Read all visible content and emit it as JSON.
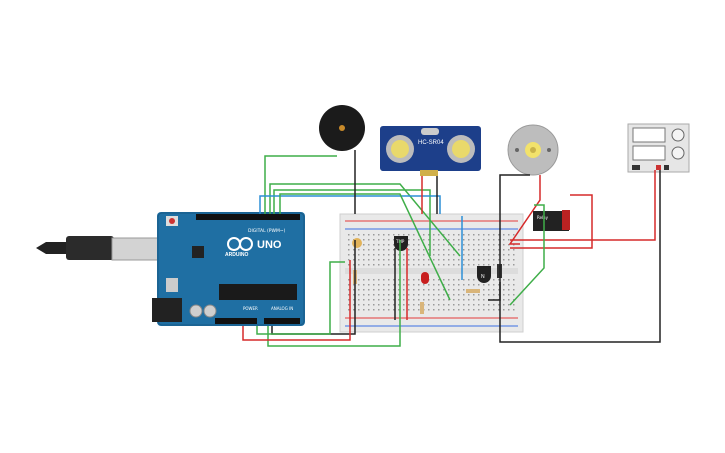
{
  "arduino": {
    "brand": "ARDUINO",
    "model": "UNO",
    "header_digital": "DIGITAL (PWM~)",
    "header_power": "POWER",
    "header_analog": "ANALOG IN",
    "board_color": "#1f6fa3"
  },
  "sensor": {
    "label": "HC-SR04"
  },
  "relay": {
    "label": "Relay"
  },
  "ic_label": "TMP",
  "transistor_label": "N",
  "colors": {
    "wire_green": "#3fae49",
    "wire_red": "#d62a2a",
    "wire_black": "#222222",
    "wire_blue": "#2d8fd6",
    "breadboard": "#e9e9e9",
    "rail_red": "#e23b3b",
    "rail_blue": "#3b6fe2"
  },
  "icons": [
    "usb-cable-icon",
    "buzzer-icon",
    "motor-icon",
    "power-supply-icon"
  ]
}
